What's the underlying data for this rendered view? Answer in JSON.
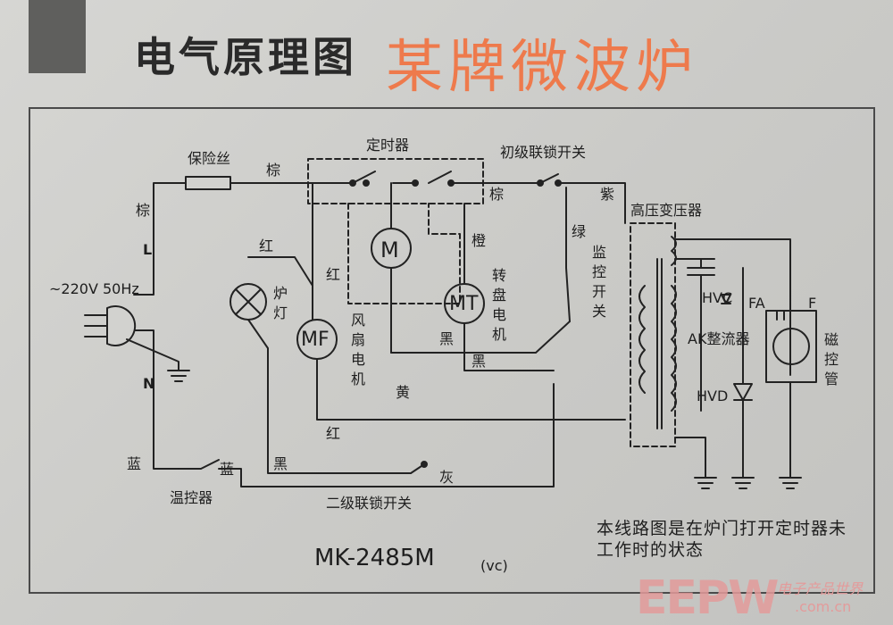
{
  "page": {
    "title": "电气原理图",
    "overlay": "某牌微波炉"
  },
  "labels": {
    "fuse": "保险丝",
    "brown": "棕",
    "timer": "定时器",
    "primary_switch": "初级联锁开关",
    "purple": "紫",
    "hv_transformer": "高压变压器",
    "green": "绿",
    "live": "L",
    "neutral": "N",
    "supply": "~220V 50Hz",
    "red": "红",
    "oven_lamp": "炉灯",
    "orange": "橙",
    "turntable_motor": "转盘电机",
    "monitor_switch": "监控开关",
    "fan_motor": "风扇电机",
    "black": "黑",
    "yellow": "黄",
    "blue": "蓝",
    "thermostat": "温控器",
    "gray": "灰",
    "secondary_switch": "二级联锁开关",
    "hvc": "HVC",
    "ak_rectifier": "AK整流器",
    "hvd": "HVD",
    "fa": "FA",
    "f": "F",
    "magnetron": "磁控管",
    "m": "M",
    "mt": "MT",
    "mf": "MF"
  },
  "footer": {
    "model": "MK-2485M",
    "version": "(vc)",
    "note": "本线路图是在炉门打开定时器未工作时的状态"
  },
  "watermark": {
    "logo": "EEPW",
    "cn": "电子产品世界",
    "url": ".com.cn"
  }
}
